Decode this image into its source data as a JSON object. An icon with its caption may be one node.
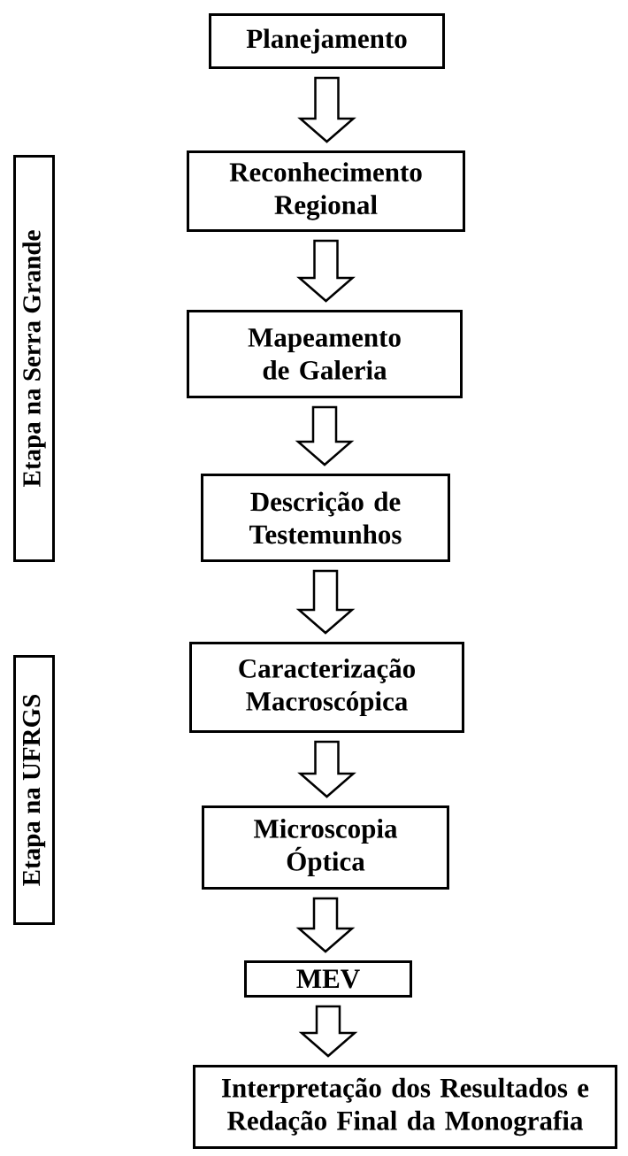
{
  "diagram": {
    "nodes": [
      {
        "text": [
          "Planejamento"
        ]
      },
      {
        "text": [
          "Reconhecimento Regional"
        ]
      },
      {
        "text": [
          "Mapeamento de Galeria"
        ]
      },
      {
        "text": [
          "Descrição de Testemunhos"
        ]
      },
      {
        "text": [
          "Caracterização Macroscópica"
        ]
      },
      {
        "text": [
          "Microscopia Óptica"
        ]
      },
      {
        "text": [
          "MEV"
        ]
      },
      {
        "text": [
          "Interpretação dos Resultados e Redação Final da Monografia"
        ]
      },
      {
        "text": [
          "Etapa na Serra Grande"
        ]
      },
      {
        "text": [
          "Etapa na UFRGS"
        ]
      }
    ],
    "edges": [
      {
        "from": 0,
        "to": 1,
        "arrow": "to"
      },
      {
        "from": 1,
        "to": 2,
        "arrow": "to"
      },
      {
        "from": 2,
        "to": 3,
        "arrow": "to"
      },
      {
        "from": 3,
        "to": 4,
        "arrow": "to"
      },
      {
        "from": 4,
        "to": 5,
        "arrow": "to"
      },
      {
        "from": 5,
        "to": 6,
        "arrow": "to"
      },
      {
        "from": 6,
        "to": 7,
        "arrow": "to"
      }
    ]
  }
}
